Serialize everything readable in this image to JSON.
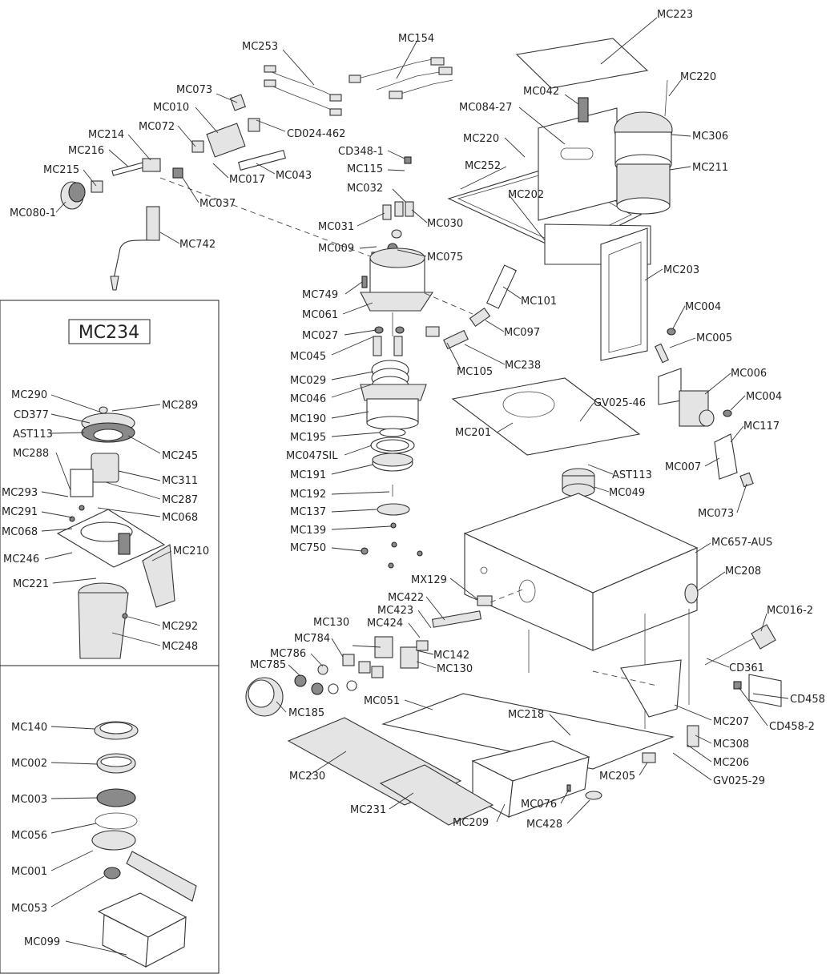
{
  "inset": {
    "title": "MC234"
  },
  "labels": {
    "MC223": "MC223",
    "MC220a": "MC220",
    "MC253": "MC253",
    "MC154": "MC154",
    "MC042": "MC042",
    "MC306": "MC306",
    "MC084": "MC084-27",
    "MC220b": "MC220",
    "MC211": "MC211",
    "MC073a": "MC073",
    "MC010": "MC010",
    "MC072": "MC072",
    "MC214": "MC214",
    "MC216": "MC216",
    "MC215": "MC215",
    "MC080": "MC080-1",
    "MC017": "MC017",
    "MC043": "MC043",
    "MC037": "MC037",
    "CD024": "CD024-462",
    "CD348": "CD348-1",
    "MC115": "MC115",
    "MC032": "MC032",
    "MC031": "MC031",
    "MC030": "MC030",
    "MC252": "MC252",
    "MC202": "MC202",
    "MC742": "MC742",
    "MC009": "MC009",
    "MC075": "MC075",
    "MC203": "MC203",
    "MC749": "MC749",
    "MC061": "MC061",
    "MC101": "MC101",
    "MC004a": "MC004",
    "MC027": "MC027",
    "MC097": "MC097",
    "MC005": "MC005",
    "MC045": "MC045",
    "MC105": "MC105",
    "MC238": "MC238",
    "MC006": "MC006",
    "MC029": "MC029",
    "MC046": "MC046",
    "MC004b": "MC004",
    "GV02546": "GV025-46",
    "MC117": "MC117",
    "MC190": "MC190",
    "MC201": "MC201",
    "MC195": "MC195",
    "MC047": "MC047SIL",
    "MC007": "MC007",
    "AST113b": "AST113",
    "MC191": "MC191",
    "MC049": "MC049",
    "MC073b": "MC073",
    "MC192": "MC192",
    "MC137": "MC137",
    "MC139": "MC139",
    "MC657": "MC657-AUS",
    "MC750": "MC750",
    "MC208": "MC208",
    "MX129": "MX129",
    "MC422": "MC422",
    "MC423": "MC423",
    "MC424": "MC424",
    "MC130a": "MC130",
    "MC016": "MC016-2",
    "MC784": "MC784",
    "MC142": "MC142",
    "MC786": "MC786",
    "MC130b": "MC130",
    "MC785": "MC785",
    "CD361": "CD361",
    "CD458": "CD458",
    "MC185": "MC185",
    "MC051": "MC051",
    "MC218": "MC218",
    "MC207": "MC207",
    "CD4582": "CD458-2",
    "MC308": "MC308",
    "MC230": "MC230",
    "MC206": "MC206",
    "MC205": "MC205",
    "GV02529": "GV025-29",
    "MC231": "MC231",
    "MC076": "MC076",
    "MC209": "MC209",
    "MC428": "MC428",
    "MC290": "MC290",
    "MC289": "MC289",
    "CD377": "CD377",
    "AST113a": "AST113",
    "MC245": "MC245",
    "MC288": "MC288",
    "MC311": "MC311",
    "MC293": "MC293",
    "MC287": "MC287",
    "MC291": "MC291",
    "MC068a": "MC068",
    "MC068b": "MC068",
    "MC210": "MC210",
    "MC246": "MC246",
    "MC221": "MC221",
    "MC292": "MC292",
    "MC248": "MC248",
    "MC140": "MC140",
    "MC002": "MC002",
    "MC003": "MC003",
    "MC056": "MC056",
    "MC001": "MC001",
    "MC053": "MC053",
    "MC099": "MC099"
  }
}
